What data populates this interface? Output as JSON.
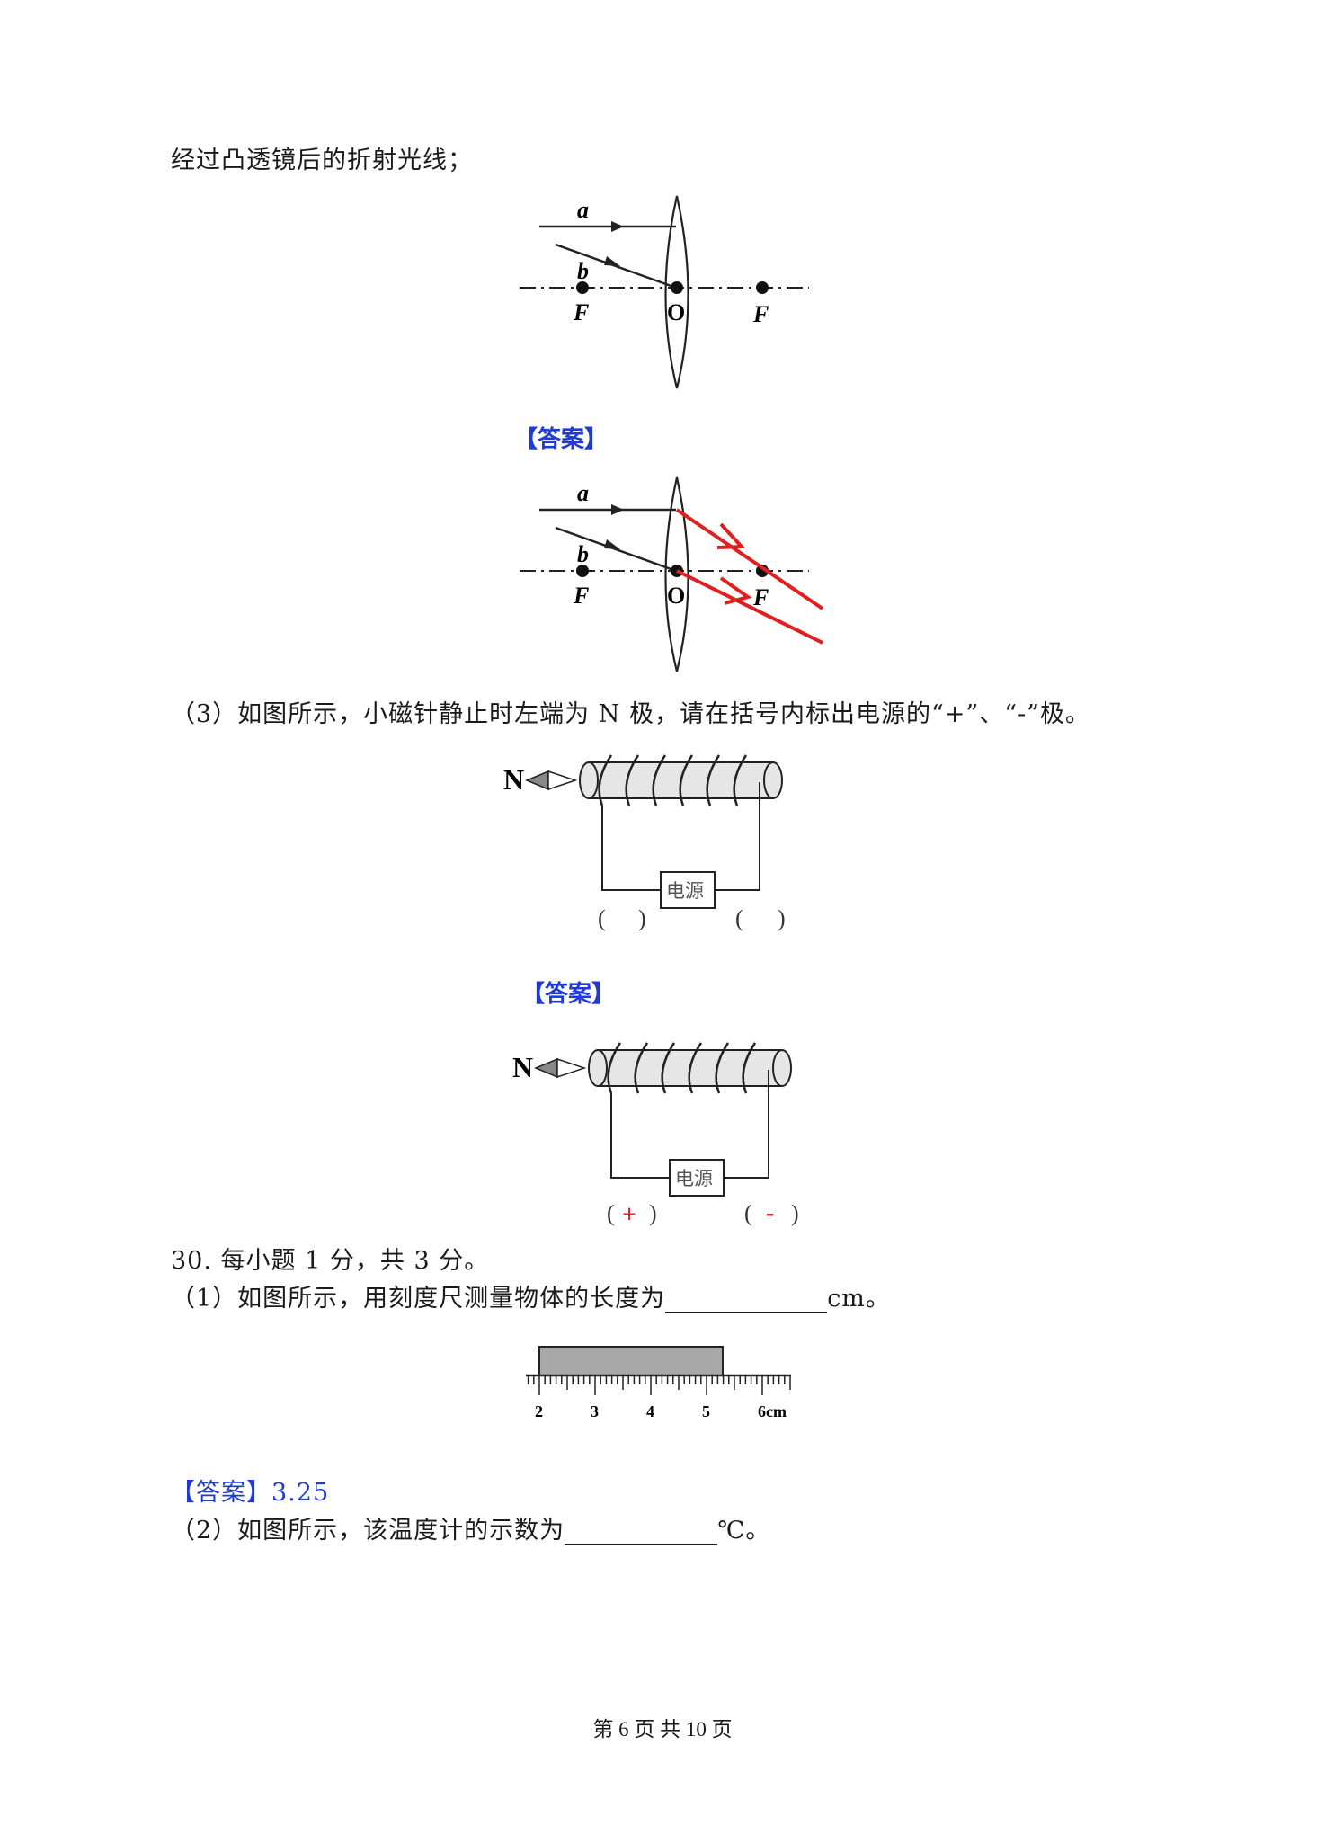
{
  "intro_line": "经过凸透镜后的折射光线；",
  "lens_figure": {
    "ray_a": "a",
    "ray_b": "b",
    "focus_left": "F",
    "center": "O",
    "focus_right": "F"
  },
  "answer_label_1": "【答案】",
  "q3_text": "（3）如图所示，小磁针静止时左端为 N 极，请在括号内标出电源的“+”、“-”极。",
  "solenoid_figure": {
    "needle_pole": "N",
    "source_label": "电源",
    "paren_left": "(        )",
    "paren_right": "(        )"
  },
  "answer_label_2": "【答案】",
  "solenoid_answer": {
    "needle_pole": "N",
    "source_label": "电源",
    "plus": "+",
    "minus": "-"
  },
  "q30_header": "30. 每小题 1 分，共 3 分。",
  "q30_1": {
    "prefix": "（1）如图所示，用刻度尺测量物体的长度为",
    "suffix": "cm。"
  },
  "ruler_figure": {
    "tick_labels": [
      "2",
      "3",
      "4",
      "5",
      "6cm"
    ]
  },
  "answer_3": {
    "tag": "【答案】",
    "value": "3.25"
  },
  "q30_2": {
    "prefix": "（2）如图所示，该温度计的示数为",
    "suffix": "℃。"
  },
  "footer": "第 6 页 共 10 页",
  "colors": {
    "answer_blue": "#1f3ad6",
    "answer_red": "#e02020"
  }
}
